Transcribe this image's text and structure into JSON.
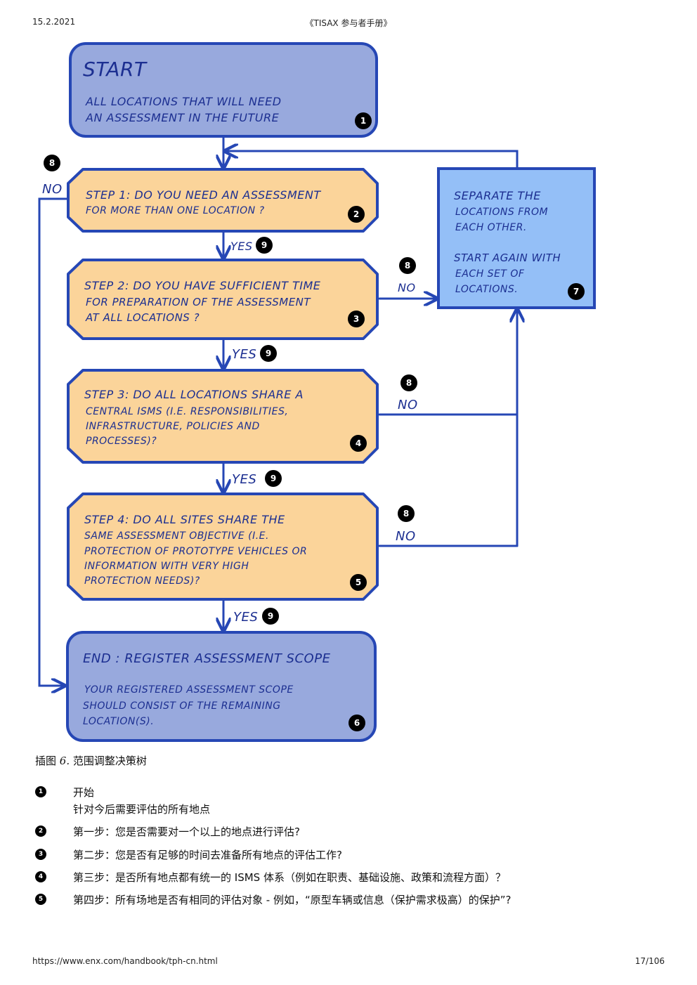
{
  "header": {
    "date": "15.2.2021",
    "title": "《TISAX 参与者手册》"
  },
  "footer": {
    "url": "https://www.enx.com/handbook/tph-cn.html",
    "page": "17/106"
  },
  "flowchart": {
    "start": {
      "title": "START",
      "line1": "ALL LOCATIONS THAT WILL NEED",
      "line2": "AN ASSESSMENT IN THE FUTURE",
      "num": "1"
    },
    "step1": {
      "line1": "STEP 1: DO YOU NEED AN ASSESSMENT",
      "line2": "FOR MORE THAN ONE LOCATION ?",
      "num": "2"
    },
    "step2": {
      "line1": "STEP 2: DO YOU HAVE SUFFICIENT TIME",
      "line2": "FOR PREPARATION OF THE ASSESSMENT",
      "line3": "AT ALL LOCATIONS ?",
      "num": "3"
    },
    "step3": {
      "line1": "STEP 3: DO ALL LOCATIONS SHARE A",
      "line2": "CENTRAL ISMS (I.E. RESPONSIBILITIES,",
      "line3": "INFRASTRUCTURE, POLICIES AND",
      "line4": "PROCESSES)?",
      "num": "4"
    },
    "step4": {
      "line1": "STEP 4: DO ALL SITES SHARE THE",
      "line2": "SAME ASSESSMENT OBJECTIVE (I.E.",
      "line3": "PROTECTION OF PROTOTYPE VEHICLES OR",
      "line4": "INFORMATION WITH VERY HIGH",
      "line5": "PROTECTION NEEDS)?",
      "num": "5"
    },
    "end": {
      "title": "END : REGISTER ASSESSMENT SCOPE",
      "line1": "YOUR REGISTERED ASSESSMENT SCOPE",
      "line2": "SHOULD CONSIST OF THE REMAINING",
      "line3": "LOCATION(S).",
      "num": "6"
    },
    "separate": {
      "line1": "SEPARATE THE",
      "line2": "LOCATIONS FROM",
      "line3": "EACH OTHER.",
      "line4": "START AGAIN WITH",
      "line5": "EACH SET OF",
      "line6": "LOCATIONS.",
      "num": "7"
    },
    "no_label": "NO",
    "yes_label": "YES",
    "no_num": "8",
    "yes_num": "9"
  },
  "caption": {
    "label": "插图 ",
    "number": "6.",
    "text": " 范围调整决策树"
  },
  "legend": [
    {
      "num": "1",
      "line1": "开始",
      "line2": "针对今后需要评估的所有地点"
    },
    {
      "num": "2",
      "line1": "第一步：您是否需要对一个以上的地点进行评估?"
    },
    {
      "num": "3",
      "line1": "第二步：您是否有足够的时间去准备所有地点的评估工作?"
    },
    {
      "num": "4",
      "line1": "第三步：是否所有地点都有统一的 ISMS 体系（例如在职责、基础设施、政策和流程方面）？"
    },
    {
      "num": "5",
      "line1": "第四步：所有场地是否有相同的评估对象 - 例如，“原型车辆或信息（保护需求极高）的保护”?"
    }
  ],
  "colors": {
    "start_end_fill": "#98a9dd",
    "step_fill": "#fbd49a",
    "separate_fill": "#94bff7",
    "line": "#2647b5"
  }
}
